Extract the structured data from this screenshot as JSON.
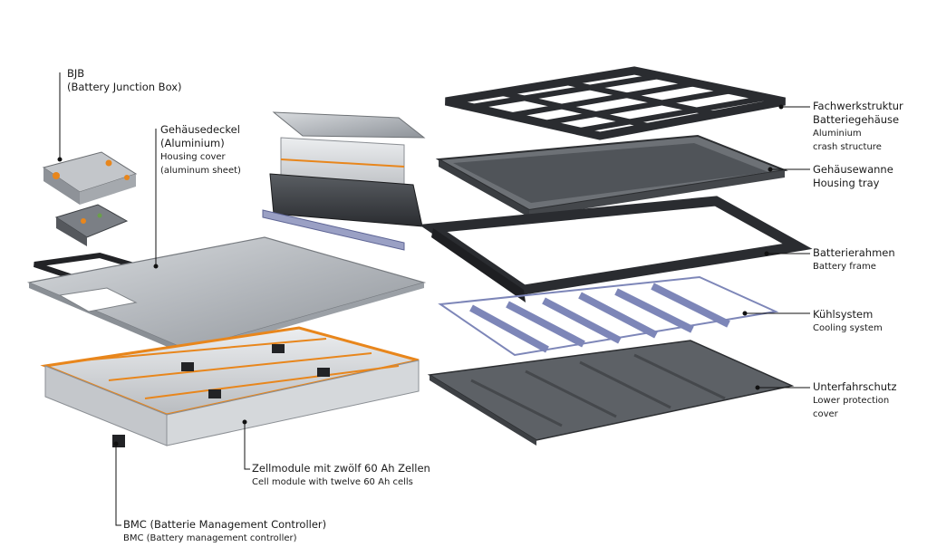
{
  "labels": {
    "bjb": {
      "de": "BJB",
      "en": "(Battery Junction Box)"
    },
    "cover": {
      "de1": "Gehäusedeckel",
      "de2": "(Aluminium)",
      "en1": "Housing cover",
      "en2": "(aluminum sheet)"
    },
    "truss": {
      "de1": "Fachwerkstruktur",
      "de2": "Batteriegehäuse",
      "en1": "Aluminium",
      "en2": "crash structure"
    },
    "tray": {
      "de": "Gehäusewanne",
      "en": "Housing tray"
    },
    "frame": {
      "de": "Batterierahmen",
      "en": "Battery frame"
    },
    "cooling": {
      "de": "Kühlsystem",
      "en": "Cooling system"
    },
    "underbody": {
      "de": "Unterfahrschutz",
      "en1": "Lower protection",
      "en2": "cover"
    },
    "modules": {
      "de": "Zellmodule mit zwölf 60 Ah Zellen",
      "en": "Cell module with twelve 60 Ah cells"
    },
    "bmc": {
      "de": "BMC (Batterie Management Controller)",
      "en": "BMC (Battery management controller)"
    }
  },
  "colors": {
    "metal_light": "#c9ccd0",
    "metal_mid": "#9ea3a9",
    "metal_dark": "#4a4d52",
    "black": "#222326",
    "orange": "#e8861c",
    "cooling_blue": "#7d86b8",
    "leader": "#111111"
  }
}
